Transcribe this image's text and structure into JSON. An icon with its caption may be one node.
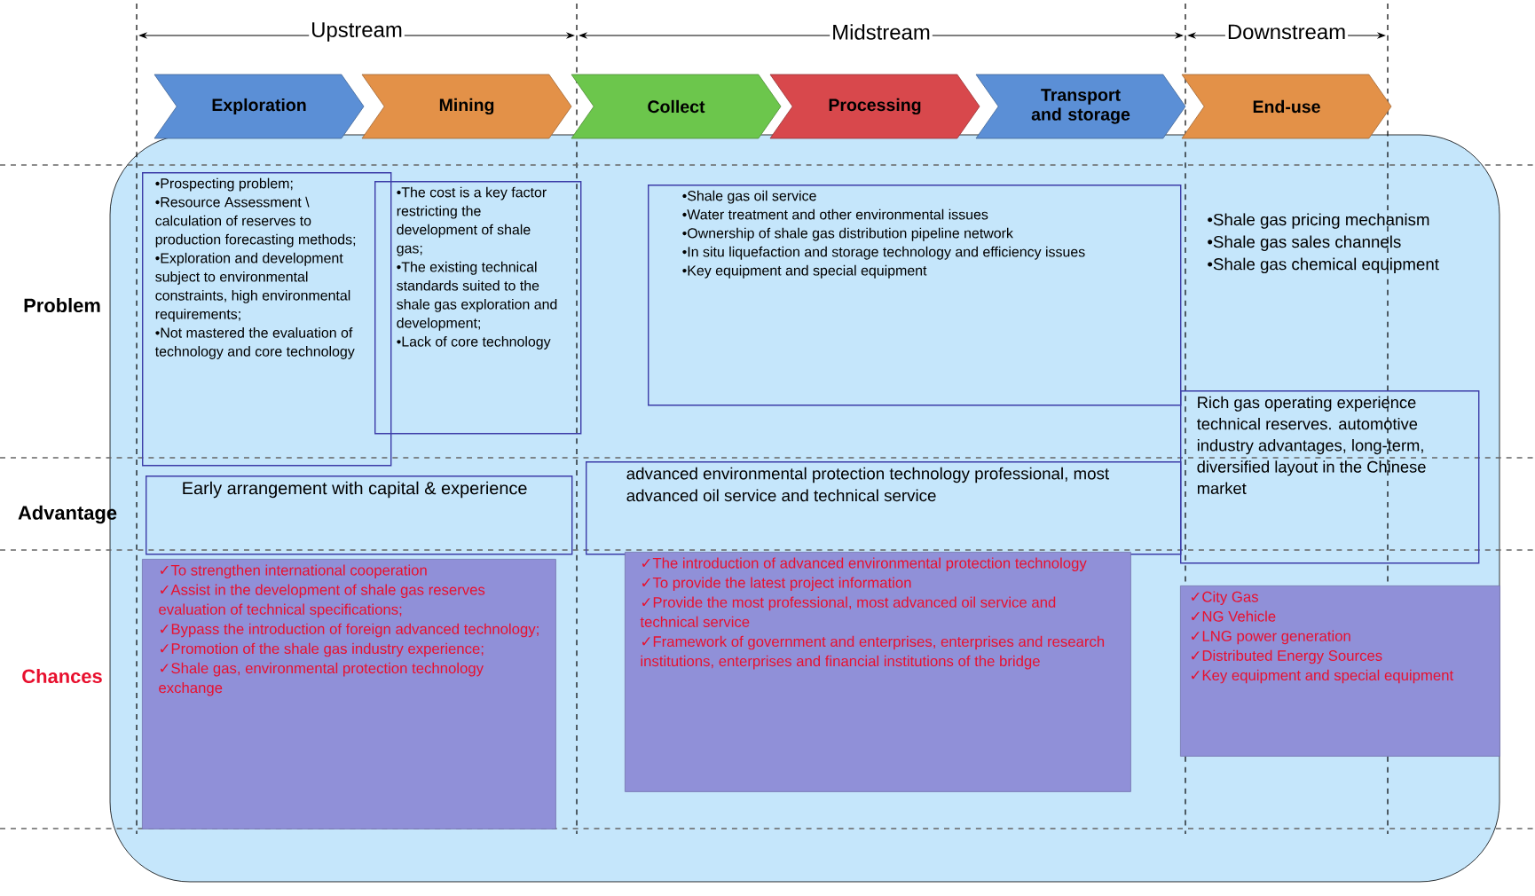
{
  "diagram": {
    "nodes": [
      {
        "text": [
          "Exploration"
        ]
      },
      {
        "text": [
          "Mining"
        ]
      },
      {
        "text": [
          "Collect"
        ]
      },
      {
        "text": [
          "Processing"
        ]
      },
      {
        "text": [
          "Transport and storage"
        ]
      },
      {
        "text": [
          "End-use"
        ]
      },
      {
        "text": [
          "•Prospecting problem;",
          "•Resource Assessment \\ calculation of reserves to production forecasting methods;",
          "•Exploration and development subject to environmental constraints, high environmental requirements;",
          "•Not mastered the evaluation of technology and core technology"
        ]
      },
      {
        "text": [
          "•The cost is a key factor restricting the development of shale gas;",
          "•The existing technical standards suited to the shale gas exploration and development;",
          "•Lack of core technology"
        ]
      },
      {
        "text": [
          "•Shale gas oil service",
          "•Water treatment and other environmental issues",
          "•Ownership of shale gas distribution pipeline network",
          "•In situ liquefaction and storage technology and efficiency issues",
          "•Key equipment and special equipment"
        ]
      },
      {
        "text": [
          "Rich gas operating experience technical reserves. automotive industry advantages, long-term, diversified layout in the Chinese market"
        ]
      },
      {
        "text": [
          "Early arrangement with capital & experience"
        ]
      },
      {
        "text": [
          "advanced environmental protection technology professional, most advanced oil service and technical service"
        ]
      },
      {
        "text": [
          "✓To strengthen international cooperation",
          "✓Assist in the development of shale gas reserves evaluation of technical specifications;",
          "✓Bypass the introduction of foreign advanced technology;",
          "✓Promotion of the shale gas industry experience;",
          "✓Shale gas, environmental protection technology exchange"
        ]
      },
      {
        "text": [
          "✓The introduction of advanced environmental protection technology",
          "✓To provide the latest project information",
          "✓Provide the most professional, most advanced oil service and technical service",
          "✓Framework of government and enterprises, enterprises and research institutions, enterprises and financial institutions of the bridge"
        ]
      },
      {
        "text": [
          "✓City Gas",
          "✓NG Vehicle",
          "✓LNG power generation",
          "✓Distributed Energy Sources",
          "✓Key equipment and special equipment"
        ]
      }
    ],
    "labels": [
      "Upstream",
      "Midstream",
      "Downstream",
      "Problem",
      "Advantage",
      "Chances",
      "•Shale gas pricing mechanism",
      "•Shale gas sales channels",
      "•Shale gas chemical equipment"
    ]
  }
}
